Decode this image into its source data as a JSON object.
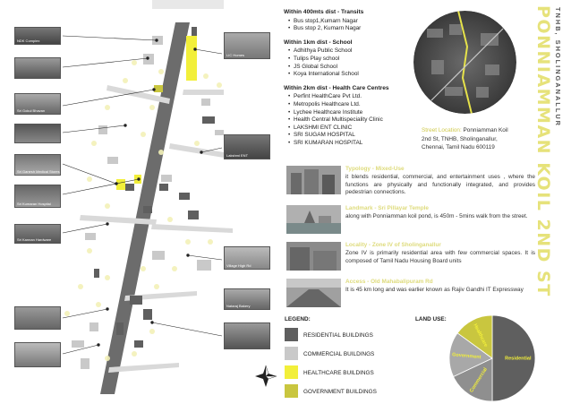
{
  "title": {
    "main": "PONNIAMMAN KOIL 2ND ST",
    "sub": "TNHB, SHOLINGANALLUR"
  },
  "sections": [
    {
      "heading": "Within 400mts dist - Transits",
      "items": [
        "Bus stop1,Kumarn Nagar",
        "Bus stop 2, Kumarn Nagar"
      ]
    },
    {
      "heading": "Within 1km dist - School",
      "items": [
        "Adhithya Public School",
        "Tulips Play school",
        "JS Global School",
        "Koya International School"
      ]
    },
    {
      "heading": "Within 2km dist - Health Care Centres",
      "items": [
        "Perfint HealthCare Pvt Ltd.",
        "Metropolis Healthcare Ltd.",
        "Lychee Healthcare Institute",
        "Health Central Multispeciality Clinic",
        "LAKSHMI ENT CLINIC",
        "SRI SUGAM HOSPITAL",
        "SRI KUMARAN HOSPITAL"
      ]
    }
  ],
  "address": {
    "label": "Street Location:",
    "text": "Ponniamman Koil 2nd St, TNHB, Sholinganallur, Chennai, Tamil Nadu 600119"
  },
  "blocks": [
    {
      "heading": "Typology - Mixed-Use",
      "text": "it blends residential, commercial, and entertainment uses , where the functions are physically and functionally integrated, and provides pedestrian connections."
    },
    {
      "heading": "Landmark - Sri Pillayar Temple",
      "text": "along with Ponniamman koil pond, is 450m - 5mins walk from the street."
    },
    {
      "heading": "Locality - Zone IV of Sholinganallur",
      "text": "Zone IV is primarily residential area with few commercial spaces. It is composed of Tamil Nadu Housing Board units"
    },
    {
      "heading": "Access - Old Mahabalipuram Rd",
      "text": "It is 45 km long and was earlier known as Rajiv Gandhi IT Expressway"
    }
  ],
  "legend": {
    "title": "LEGEND:",
    "items": [
      {
        "label": "RESIDENTIAL BUILDINGS",
        "color": "#5f5f5f"
      },
      {
        "label": "COMMERCIAL BUILDINGS",
        "color": "#c9c9c9"
      },
      {
        "label": "HEALTHCARE BUILDINGS",
        "color": "#f2ef3a"
      },
      {
        "label": "GOVERNMENT BUILDINGS",
        "color": "#c9c63f"
      }
    ]
  },
  "land_use": {
    "title": "LAND USE:",
    "slices": [
      {
        "label": "Residential",
        "value": 50,
        "color": "#5f5f5f"
      },
      {
        "label": "Commercial",
        "value": 18,
        "color": "#8f8f8f"
      },
      {
        "label": "Government",
        "value": 17,
        "color": "#a8a8a8"
      },
      {
        "label": "Healthcare",
        "value": 15,
        "color": "#c9c63f"
      }
    ]
  },
  "map_labels": [
    "NDK Complex",
    "Sri Gokul Bhavan",
    "Sri Ganesh Medical Stores",
    "Sri Kumaran Hospital",
    "Sri Kannan Hardware",
    "LIC Homes",
    "Lakshmi ENT",
    "Nataraj Bakery",
    "Village High Rd"
  ]
}
